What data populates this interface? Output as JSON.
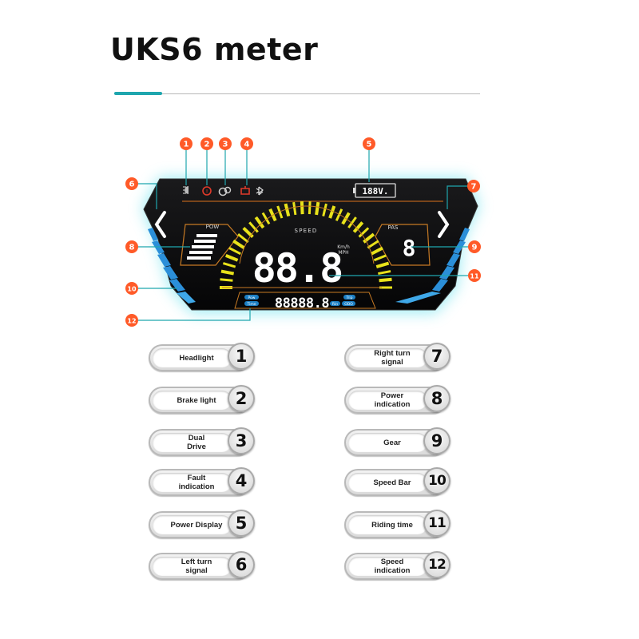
{
  "title": "UKS6 meter",
  "colors": {
    "accent": "#1fa6ae",
    "badge": "#ff5a28",
    "gauge_yellow": "#e8e21a",
    "bar_blue": "#2b8fd9",
    "glow": "#7fe6f0"
  },
  "callouts": [
    "1",
    "2",
    "3",
    "4",
    "5",
    "6",
    "7",
    "8",
    "9",
    "10",
    "11",
    "12"
  ],
  "display": {
    "battery": "188V.",
    "pow_label": "POW",
    "pas_label": "PAS",
    "speed_label": "SPEED",
    "unit_kmh": "Km/h",
    "unit_mph": "MPH",
    "speed_value": "88.8",
    "gear_value": "8",
    "odometer": "88888.8",
    "trip_labels": [
      "Pow",
      "Time",
      "Trip",
      "Rin",
      "ODO"
    ],
    "icons": [
      "headlight-icon",
      "brake-light-icon",
      "dual-drive-icon",
      "fault-icon",
      "bluetooth-icon"
    ]
  },
  "legend": [
    {
      "number": "1",
      "label": "Headlight"
    },
    {
      "number": "2",
      "label": "Brake light"
    },
    {
      "number": "3",
      "label": "Dual\nDrive"
    },
    {
      "number": "4",
      "label": "Fault\nindication"
    },
    {
      "number": "5",
      "label": "Power Display"
    },
    {
      "number": "6",
      "label": "Left turn\nsignal"
    },
    {
      "number": "7",
      "label": "Right turn\nsignal"
    },
    {
      "number": "8",
      "label": "Power\nindication"
    },
    {
      "number": "9",
      "label": "Gear"
    },
    {
      "number": "10",
      "label": "Speed Bar"
    },
    {
      "number": "11",
      "label": "Riding time"
    },
    {
      "number": "12",
      "label": "Speed\nindication"
    }
  ]
}
